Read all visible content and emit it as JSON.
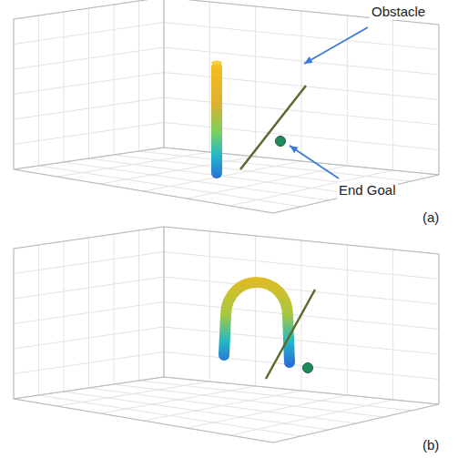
{
  "diagram": {
    "labels": [
      "Obstacle",
      "End Goal",
      "(a)",
      "(b)"
    ]
  }
}
